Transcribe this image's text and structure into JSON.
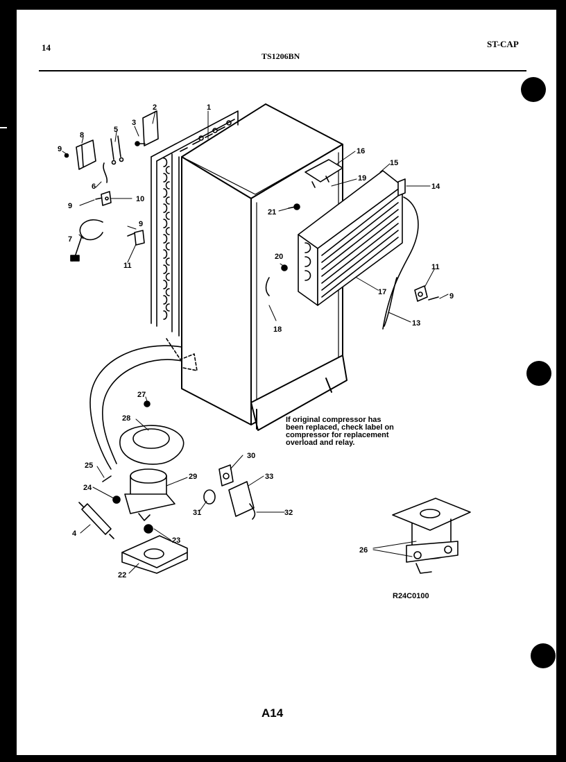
{
  "header": {
    "page_number": "14",
    "model": "TS1206BN",
    "category": "ST-CAP"
  },
  "diagram": {
    "callouts": [
      "1",
      "2",
      "3",
      "4",
      "5",
      "6",
      "7",
      "8",
      "9",
      "9",
      "9",
      "9",
      "10",
      "11",
      "11",
      "13",
      "14",
      "15",
      "16",
      "17",
      "18",
      "19",
      "20",
      "21",
      "22",
      "23",
      "24",
      "25",
      "26",
      "27",
      "28",
      "29",
      "30",
      "31",
      "32",
      "33"
    ],
    "note_lines": [
      "If original compressor has",
      "been replaced, check label on",
      "compressor for replacement",
      "overload and relay."
    ],
    "reference_code": "R24C0100"
  },
  "footer": {
    "page_code": "A14"
  },
  "colors": {
    "ink": "#000000",
    "paper": "#ffffff"
  }
}
